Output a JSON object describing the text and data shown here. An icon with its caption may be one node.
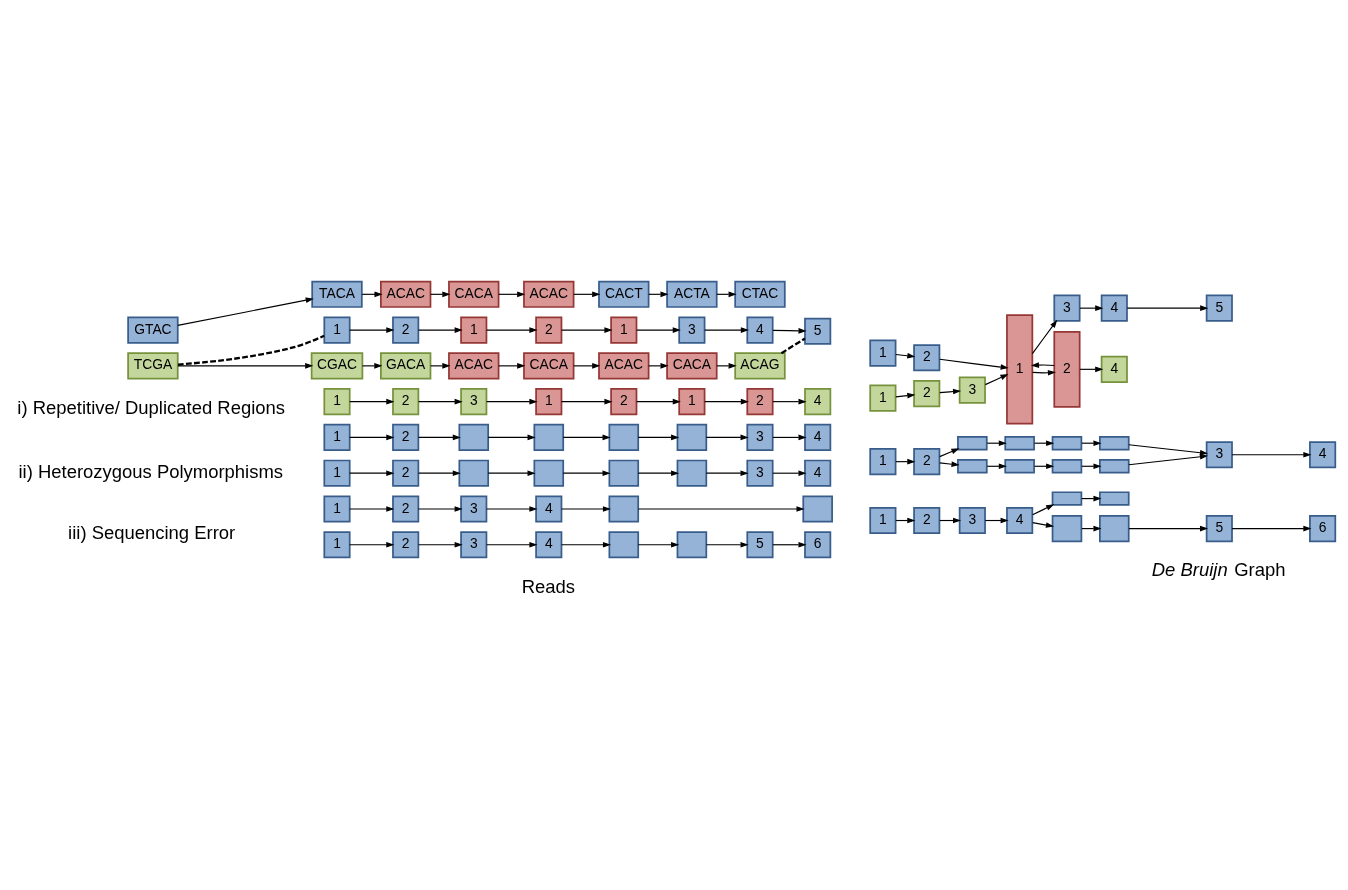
{
  "diagram": {
    "nodes": [
      {
        "text": [
          "GTAC"
        ]
      },
      {
        "text": [
          "TACA"
        ]
      },
      {
        "text": [
          "ACAC"
        ]
      },
      {
        "text": [
          "CACA"
        ]
      },
      {
        "text": [
          "ACAC"
        ]
      },
      {
        "text": [
          "CACT"
        ]
      },
      {
        "text": [
          "ACTA"
        ]
      },
      {
        "text": [
          "CTAC"
        ]
      },
      {
        "text": [
          "TCGA"
        ]
      },
      {
        "text": [
          "CGAC"
        ]
      },
      {
        "text": [
          "GACA"
        ]
      },
      {
        "text": [
          "ACAC"
        ]
      },
      {
        "text": [
          "CACA"
        ]
      },
      {
        "text": [
          "ACAC"
        ]
      },
      {
        "text": [
          "CACA"
        ]
      },
      {
        "text": [
          "ACAG"
        ]
      },
      {
        "text": [
          "1"
        ]
      },
      {
        "text": [
          "2"
        ]
      },
      {
        "text": [
          "1"
        ]
      },
      {
        "text": [
          "2"
        ]
      },
      {
        "text": [
          "1"
        ]
      },
      {
        "text": [
          "3"
        ]
      },
      {
        "text": [
          "4"
        ]
      },
      {
        "text": [
          "5"
        ]
      },
      {
        "text": [
          "1"
        ]
      },
      {
        "text": [
          "2"
        ]
      },
      {
        "text": [
          "3"
        ]
      },
      {
        "text": [
          "1"
        ]
      },
      {
        "text": [
          "2"
        ]
      },
      {
        "text": [
          "1"
        ]
      },
      {
        "text": [
          "2"
        ]
      },
      {
        "text": [
          "4"
        ]
      },
      {
        "text": [
          "1"
        ]
      },
      {
        "text": [
          "2"
        ]
      },
      {
        "text": [
          "1"
        ]
      },
      {
        "text": [
          "3"
        ]
      },
      {
        "text": [
          "4"
        ]
      },
      {
        "text": [
          "5"
        ]
      },
      {
        "text": [
          "2"
        ]
      },
      {
        "text": [
          "1"
        ]
      },
      {
        "text": [
          "2"
        ]
      },
      {
        "text": [
          "3"
        ]
      },
      {
        "text": [
          "4"
        ]
      },
      {
        "text": [
          "1"
        ]
      },
      {
        "text": [
          "2"
        ]
      },
      {
        "text": [],
        "shape": "box"
      },
      {
        "text": [],
        "shape": "box"
      },
      {
        "text": [],
        "shape": "box"
      },
      {
        "text": [],
        "shape": "box"
      },
      {
        "text": [
          "3"
        ]
      },
      {
        "text": [
          "4"
        ]
      },
      {
        "text": [
          "1"
        ]
      },
      {
        "text": [
          "2"
        ]
      },
      {
        "text": [],
        "shape": "box"
      },
      {
        "text": [],
        "shape": "box"
      },
      {
        "text": [],
        "shape": "box"
      },
      {
        "text": [],
        "shape": "box"
      },
      {
        "text": [
          "3"
        ]
      },
      {
        "text": [
          "4"
        ]
      },
      {
        "text": [
          "1"
        ]
      },
      {
        "text": [
          "2"
        ]
      },
      {
        "text": [],
        "shape": "box"
      },
      {
        "text": [],
        "shape": "box"
      },
      {
        "text": [],
        "shape": "box"
      },
      {
        "text": [],
        "shape": "box"
      },
      {
        "text": [],
        "shape": "box"
      },
      {
        "text": [],
        "shape": "box"
      },
      {
        "text": [],
        "shape": "box"
      },
      {
        "text": [],
        "shape": "box"
      },
      {
        "text": [
          "3"
        ]
      },
      {
        "text": [
          "4"
        ]
      },
      {
        "text": [
          "1"
        ]
      },
      {
        "text": [
          "2"
        ]
      },
      {
        "text": [
          "3"
        ]
      },
      {
        "text": [
          "4"
        ]
      },
      {
        "text": [],
        "shape": "box"
      },
      {
        "text": [],
        "shape": "box"
      },
      {
        "text": [
          "1"
        ]
      },
      {
        "text": [
          "2"
        ]
      },
      {
        "text": [
          "3"
        ]
      },
      {
        "text": [
          "4"
        ]
      },
      {
        "text": [],
        "shape": "box"
      },
      {
        "text": [],
        "shape": "box"
      },
      {
        "text": [
          "5"
        ]
      },
      {
        "text": [
          "6"
        ]
      },
      {
        "text": [
          "1"
        ]
      },
      {
        "text": [
          "2"
        ]
      },
      {
        "text": [
          "3"
        ]
      },
      {
        "text": [
          "4"
        ]
      },
      {
        "text": [],
        "shape": "box"
      },
      {
        "text": [],
        "shape": "box"
      },
      {
        "text": [],
        "shape": "box"
      },
      {
        "text": [],
        "shape": "box"
      },
      {
        "text": [
          "5"
        ]
      },
      {
        "text": [
          "6"
        ]
      }
    ],
    "edges": [
      {
        "from": 0,
        "to": 1,
        "arrow": "to"
      },
      {
        "from": 1,
        "to": 2,
        "arrow": "to"
      },
      {
        "from": 2,
        "to": 3,
        "arrow": "to"
      },
      {
        "from": 3,
        "to": 4,
        "arrow": "to"
      },
      {
        "from": 4,
        "to": 5,
        "arrow": "to"
      },
      {
        "from": 5,
        "to": 6,
        "arrow": "to"
      },
      {
        "from": 6,
        "to": 7,
        "arrow": "to"
      },
      {
        "from": 8,
        "to": 9,
        "arrow": "to"
      },
      {
        "from": 9,
        "to": 10,
        "arrow": "to"
      },
      {
        "from": 10,
        "to": 11,
        "arrow": "to"
      },
      {
        "from": 11,
        "to": 12,
        "arrow": "to"
      },
      {
        "from": 12,
        "to": 13,
        "arrow": "to"
      },
      {
        "from": 13,
        "to": 14,
        "arrow": "to"
      },
      {
        "from": 14,
        "to": 15,
        "arrow": "to"
      },
      {
        "from": 8,
        "to": 16,
        "arrow": "none",
        "style": "dashed"
      },
      {
        "from": 15,
        "to": 23,
        "arrow": "none",
        "style": "dashed"
      },
      {
        "from": 16,
        "to": 17,
        "arrow": "to"
      },
      {
        "from": 17,
        "to": 18,
        "arrow": "to"
      },
      {
        "from": 18,
        "to": 19,
        "arrow": "to"
      },
      {
        "from": 19,
        "to": 20,
        "arrow": "to"
      },
      {
        "from": 20,
        "to": 21,
        "arrow": "to"
      },
      {
        "from": 21,
        "to": 22,
        "arrow": "to"
      },
      {
        "from": 22,
        "to": 23,
        "arrow": "to"
      },
      {
        "from": 24,
        "to": 25,
        "arrow": "to"
      },
      {
        "from": 25,
        "to": 26,
        "arrow": "to"
      },
      {
        "from": 26,
        "to": 27,
        "arrow": "to"
      },
      {
        "from": 27,
        "to": 28,
        "arrow": "to"
      },
      {
        "from": 28,
        "to": 29,
        "arrow": "to"
      },
      {
        "from": 29,
        "to": 30,
        "arrow": "to"
      },
      {
        "from": 30,
        "to": 31,
        "arrow": "to"
      },
      {
        "from": 32,
        "to": 33,
        "arrow": "to"
      },
      {
        "from": 33,
        "to": 34,
        "arrow": "to"
      },
      {
        "from": 34,
        "to": 35,
        "arrow": "to"
      },
      {
        "from": 35,
        "to": 36,
        "arrow": "to"
      },
      {
        "from": 36,
        "to": 37,
        "arrow": "to"
      },
      {
        "from": 39,
        "to": 40,
        "arrow": "to"
      },
      {
        "from": 40,
        "to": 41,
        "arrow": "to"
      },
      {
        "from": 41,
        "to": 34,
        "arrow": "to"
      },
      {
        "from": 34,
        "to": 38,
        "arrow": "to"
      },
      {
        "from": 38,
        "to": 42,
        "arrow": "to"
      },
      {
        "from": 38,
        "to": 34,
        "arrow": "to"
      },
      {
        "from": 43,
        "to": 44,
        "arrow": "to"
      },
      {
        "from": 44,
        "to": 45,
        "arrow": "to"
      },
      {
        "from": 45,
        "to": 46,
        "arrow": "to"
      },
      {
        "from": 46,
        "to": 47,
        "arrow": "to"
      },
      {
        "from": 47,
        "to": 48,
        "arrow": "to"
      },
      {
        "from": 48,
        "to": 49,
        "arrow": "to"
      },
      {
        "from": 49,
        "to": 50,
        "arrow": "to"
      },
      {
        "from": 51,
        "to": 52,
        "arrow": "to"
      },
      {
        "from": 52,
        "to": 53,
        "arrow": "to"
      },
      {
        "from": 53,
        "to": 54,
        "arrow": "to"
      },
      {
        "from": 54,
        "to": 55,
        "arrow": "to"
      },
      {
        "from": 55,
        "to": 56,
        "arrow": "to"
      },
      {
        "from": 56,
        "to": 57,
        "arrow": "to"
      },
      {
        "from": 57,
        "to": 58,
        "arrow": "to"
      },
      {
        "from": 59,
        "to": 60,
        "arrow": "to"
      },
      {
        "from": 60,
        "to": 61,
        "arrow": "to"
      },
      {
        "from": 61,
        "to": 62,
        "arrow": "to"
      },
      {
        "from": 62,
        "to": 63,
        "arrow": "to"
      },
      {
        "from": 63,
        "to": 64,
        "arrow": "to"
      },
      {
        "from": 64,
        "to": 69,
        "arrow": "to"
      },
      {
        "from": 60,
        "to": 65,
        "arrow": "to"
      },
      {
        "from": 65,
        "to": 66,
        "arrow": "to"
      },
      {
        "from": 66,
        "to": 67,
        "arrow": "to"
      },
      {
        "from": 67,
        "to": 68,
        "arrow": "to"
      },
      {
        "from": 68,
        "to": 69,
        "arrow": "to"
      },
      {
        "from": 69,
        "to": 70,
        "arrow": "to"
      },
      {
        "from": 71,
        "to": 72,
        "arrow": "to"
      },
      {
        "from": 72,
        "to": 73,
        "arrow": "to"
      },
      {
        "from": 73,
        "to": 74,
        "arrow": "to"
      },
      {
        "from": 74,
        "to": 75,
        "arrow": "to"
      },
      {
        "from": 75,
        "to": 76,
        "arrow": "to"
      },
      {
        "from": 77,
        "to": 78,
        "arrow": "to"
      },
      {
        "from": 78,
        "to": 79,
        "arrow": "to"
      },
      {
        "from": 79,
        "to": 80,
        "arrow": "to"
      },
      {
        "from": 80,
        "to": 81,
        "arrow": "to"
      },
      {
        "from": 81,
        "to": 82,
        "arrow": "to"
      },
      {
        "from": 82,
        "to": 83,
        "arrow": "to"
      },
      {
        "from": 83,
        "to": 84,
        "arrow": "to"
      },
      {
        "from": 85,
        "to": 86,
        "arrow": "to"
      },
      {
        "from": 86,
        "to": 87,
        "arrow": "to"
      },
      {
        "from": 87,
        "to": 88,
        "arrow": "to"
      },
      {
        "from": 88,
        "to": 89,
        "arrow": "to"
      },
      {
        "from": 89,
        "to": 90,
        "arrow": "to"
      },
      {
        "from": 88,
        "to": 91,
        "arrow": "to"
      },
      {
        "from": 91,
        "to": 92,
        "arrow": "to"
      },
      {
        "from": 92,
        "to": 93,
        "arrow": "to"
      },
      {
        "from": 93,
        "to": 94,
        "arrow": "to"
      }
    ],
    "labels": [
      "i) Repetitive/ Duplicated Regions",
      "ii) Heterozygous Polymorphisms",
      "iii) Sequencing Error",
      "Reads",
      "*De Bruijn* Graph"
    ]
  }
}
